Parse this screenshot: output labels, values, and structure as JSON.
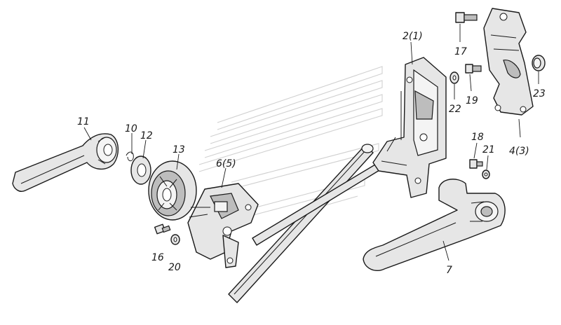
{
  "labels": {
    "l11": "11",
    "l10": "10",
    "l12": "12",
    "l13": "13",
    "l16": "16",
    "l20": "20",
    "l65": "6(5)",
    "l21p": "2(1)",
    "l17": "17",
    "l22": "22",
    "l19": "19",
    "l23": "23",
    "l18": "18",
    "l21": "21",
    "l43": "4(3)",
    "l7": "7"
  },
  "colors": {
    "stroke": "#1a1a1a",
    "fill": "#e6e6e6",
    "watermark": "#d0d0d0"
  }
}
